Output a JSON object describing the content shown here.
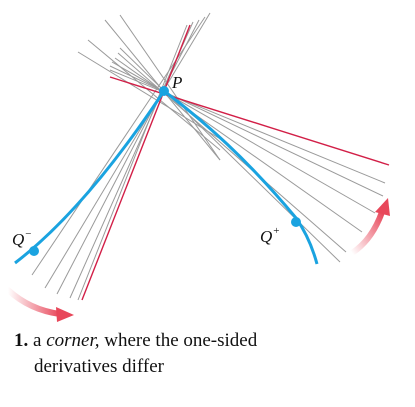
{
  "figure": {
    "point_p": "P",
    "point_q_minus": {
      "letter": "Q",
      "sup": "−"
    },
    "point_q_plus": {
      "letter": "Q",
      "sup": "+"
    },
    "colors": {
      "curve": "#1aa3e0",
      "tangent": "#d21f47",
      "secant": "#9a9a9a",
      "arrow": "#e8475a",
      "point": "#1aa3e0"
    }
  },
  "caption": {
    "number": "1.",
    "prefix": "a",
    "emphasis": "corner,",
    "rest_line1": "where the one-sided",
    "line2": "derivatives differ"
  }
}
